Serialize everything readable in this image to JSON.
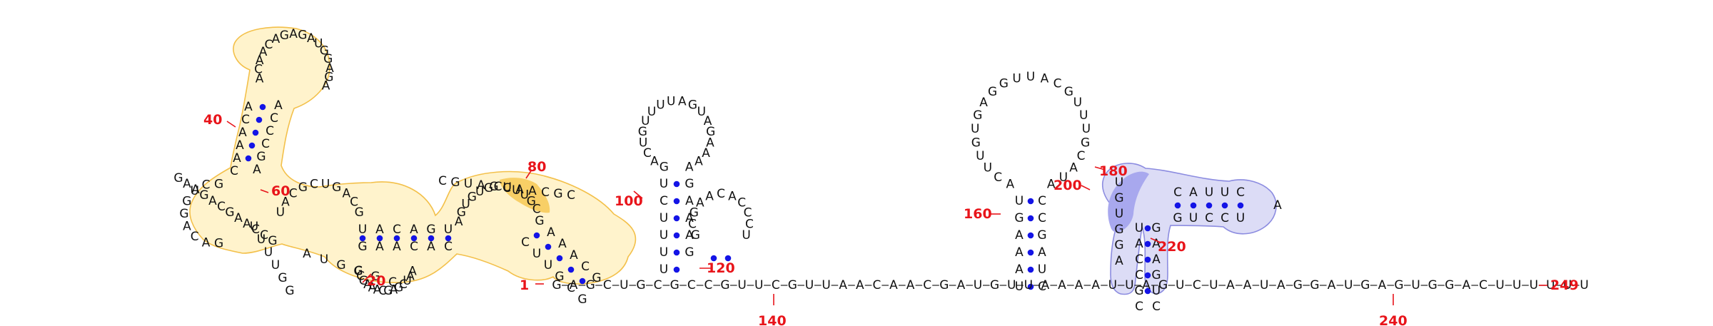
{
  "diagram": {
    "sequence": "GAGCUGCGCCGUUCGUUAACAACGAUGUUAAAAUUAGUCUAAUAGGAUGAGUGGACUUUUUU",
    "labels": {
      "n1": "1",
      "n20": "20",
      "n40": "40",
      "n60": "60",
      "n80": "80",
      "n100": "100",
      "n120": "120",
      "n140": "140",
      "n160": "160",
      "n180": "180",
      "n200": "200",
      "n220": "220",
      "n240": "240",
      "n249": "249"
    },
    "colors": {
      "yellow_fill": "#fff3cc",
      "yellow_stroke": "#f3c04a",
      "yellow_dark": "#f8cf66",
      "blue_fill": "#dcdcf6",
      "blue_stroke": "#8c8ce0",
      "blue_dark": "#a8a8ee",
      "nucleotide": "#111111",
      "number": "#e8141a",
      "basepair": "#1414e6"
    },
    "backbone": [
      {
        "id": "bb-1",
        "t": "G"
      },
      {
        "id": "bb-2",
        "t": "A"
      },
      {
        "id": "bb-3",
        "t": "G"
      },
      {
        "id": "bb-4",
        "t": "C"
      },
      {
        "id": "bb-5",
        "t": "U"
      },
      {
        "id": "bb-6",
        "t": "G"
      },
      {
        "id": "bb-7",
        "t": "C"
      },
      {
        "id": "bb-8",
        "t": "G"
      },
      {
        "id": "bb-9",
        "t": "C"
      },
      {
        "id": "bb-10",
        "t": "C"
      },
      {
        "id": "bb-11",
        "t": "G"
      },
      {
        "id": "bb-12",
        "t": "U"
      },
      {
        "id": "bb-13",
        "t": "U"
      },
      {
        "id": "bb-14",
        "t": "C"
      },
      {
        "id": "bb-15",
        "t": "G"
      },
      {
        "id": "bb-16",
        "t": "U"
      },
      {
        "id": "bb-17",
        "t": "U"
      },
      {
        "id": "bb-18",
        "t": "A"
      },
      {
        "id": "bb-19",
        "t": "A"
      },
      {
        "id": "bb-20",
        "t": "C"
      },
      {
        "id": "bb-21",
        "t": "A"
      },
      {
        "id": "bb-22",
        "t": "A"
      },
      {
        "id": "bb-23",
        "t": "C"
      },
      {
        "id": "bb-24",
        "t": "G"
      },
      {
        "id": "bb-25",
        "t": "A"
      },
      {
        "id": "bb-26",
        "t": "U"
      },
      {
        "id": "bb-27",
        "t": "G"
      },
      {
        "id": "bb-28",
        "t": "U"
      },
      {
        "id": "bb-29",
        "t": "U"
      },
      {
        "id": "bb-30",
        "t": "A"
      },
      {
        "id": "bb-31",
        "t": "A"
      },
      {
        "id": "bb-32",
        "t": "A"
      },
      {
        "id": "bb-33",
        "t": "A"
      },
      {
        "id": "bb-34",
        "t": "U"
      },
      {
        "id": "bb-35",
        "t": "U"
      },
      {
        "id": "bb-36",
        "t": "A"
      },
      {
        "id": "bb-37",
        "t": "G"
      },
      {
        "id": "bb-38",
        "t": "U"
      },
      {
        "id": "bb-39",
        "t": "C"
      },
      {
        "id": "bb-40",
        "t": "U"
      },
      {
        "id": "bb-41",
        "t": "A"
      },
      {
        "id": "bb-42",
        "t": "A"
      },
      {
        "id": "bb-43",
        "t": "U"
      },
      {
        "id": "bb-44",
        "t": "A"
      },
      {
        "id": "bb-45",
        "t": "G"
      },
      {
        "id": "bb-46",
        "t": "G"
      },
      {
        "id": "bb-47",
        "t": "A"
      },
      {
        "id": "bb-48",
        "t": "U"
      },
      {
        "id": "bb-49",
        "t": "G"
      },
      {
        "id": "bb-50",
        "t": "A"
      },
      {
        "id": "bb-51",
        "t": "G"
      },
      {
        "id": "bb-52",
        "t": "U"
      },
      {
        "id": "bb-53",
        "t": "G"
      },
      {
        "id": "bb-54",
        "t": "G"
      },
      {
        "id": "bb-55",
        "t": "A"
      },
      {
        "id": "bb-56",
        "t": "C"
      },
      {
        "id": "bb-57",
        "t": "U"
      },
      {
        "id": "bb-58",
        "t": "U"
      },
      {
        "id": "bb-59",
        "t": "U"
      },
      {
        "id": "bb-60",
        "t": "U"
      },
      {
        "id": "bb-61",
        "t": "U"
      },
      {
        "id": "bb-62",
        "t": "U"
      }
    ],
    "nucleotides": [
      {
        "id": "s1-l1",
        "t": "A"
      },
      {
        "id": "s1-l2",
        "t": "C"
      },
      {
        "id": "s1-l3",
        "t": "A"
      },
      {
        "id": "s1-l4",
        "t": "A"
      },
      {
        "id": "s1-l5",
        "t": "C"
      },
      {
        "id": "s1-l6",
        "t": "A"
      },
      {
        "id": "s1-l7",
        "t": "G"
      },
      {
        "id": "s1-l8",
        "t": "A"
      },
      {
        "id": "s1-l9",
        "t": "G"
      },
      {
        "id": "s1-l10",
        "t": "A"
      },
      {
        "id": "s1-l11",
        "t": "U"
      },
      {
        "id": "s1-l12",
        "t": "G"
      },
      {
        "id": "s1-l13",
        "t": "G"
      },
      {
        "id": "s1-l14",
        "t": "A"
      },
      {
        "id": "s1-l15",
        "t": "G"
      },
      {
        "id": "s1-l16",
        "t": "A"
      },
      {
        "id": "s1-l17",
        "t": "A"
      },
      {
        "id": "s1-l18",
        "t": "C"
      },
      {
        "id": "s1-l19",
        "t": "A"
      },
      {
        "id": "s1-l20",
        "t": "A"
      },
      {
        "id": "s1-l21",
        "t": "A"
      },
      {
        "id": "s1-l22",
        "t": "C"
      },
      {
        "id": "s1-l23",
        "t": "A"
      },
      {
        "id": "s1-l24",
        "t": "C"
      },
      {
        "id": "s1-l25",
        "t": "C"
      },
      {
        "id": "s1-l26",
        "t": "C"
      },
      {
        "id": "s1-l27",
        "t": "G"
      },
      {
        "id": "s1-l28",
        "t": "A"
      },
      {
        "id": "s1-l29",
        "t": "G"
      },
      {
        "id": "s1-l30",
        "t": "A"
      },
      {
        "id": "s1-l31",
        "t": "C"
      },
      {
        "id": "s1-l32",
        "t": "A"
      },
      {
        "id": "s1-l33",
        "t": "G"
      },
      {
        "id": "s1-l34",
        "t": "G"
      },
      {
        "id": "s1-l35",
        "t": "U"
      },
      {
        "id": "s1-l36",
        "t": "C"
      },
      {
        "id": "s1-l37",
        "t": "G"
      },
      {
        "id": "s1-l38",
        "t": "U"
      },
      {
        "id": "s1-l39",
        "t": "U"
      },
      {
        "id": "s1-l40",
        "t": "U"
      },
      {
        "id": "s1-l41",
        "t": "U"
      },
      {
        "id": "s1-l42",
        "t": "G"
      },
      {
        "id": "s1-l43",
        "t": "G"
      },
      {
        "id": "s1-l44",
        "t": "U"
      },
      {
        "id": "s1-l45",
        "t": "A"
      },
      {
        "id": "s1-l46",
        "t": "C"
      },
      {
        "id": "s1-l47",
        "t": "G"
      },
      {
        "id": "s1-l48",
        "t": "C"
      },
      {
        "id": "s1-l49",
        "t": "U"
      },
      {
        "id": "s1-l50",
        "t": "G"
      },
      {
        "id": "s1-l51",
        "t": "A"
      },
      {
        "id": "s1-l52",
        "t": "C"
      },
      {
        "id": "s1-l53",
        "t": "G"
      },
      {
        "id": "s1-l54",
        "t": "U"
      },
      {
        "id": "s1-l55",
        "t": "A"
      },
      {
        "id": "s1-l56",
        "t": "C"
      },
      {
        "id": "s1-l57",
        "t": "A"
      },
      {
        "id": "s1-l58",
        "t": "G"
      },
      {
        "id": "s1-l59",
        "t": "U"
      },
      {
        "id": "s1-l60",
        "t": "G"
      },
      {
        "id": "s1-l61",
        "t": "A"
      },
      {
        "id": "s1-l62",
        "t": "A"
      },
      {
        "id": "s1-l63",
        "t": "C"
      },
      {
        "id": "s1-l64",
        "t": "A"
      },
      {
        "id": "s1-l65",
        "t": "C"
      },
      {
        "id": "s1-l66",
        "t": "A"
      },
      {
        "id": "s1-l67",
        "t": "G"
      },
      {
        "id": "s1-l68",
        "t": "U"
      },
      {
        "id": "s1-l69",
        "t": "G"
      },
      {
        "id": "s1-l70",
        "t": "U"
      },
      {
        "id": "s1-l71",
        "t": "G"
      },
      {
        "id": "s1-l72",
        "t": "C"
      },
      {
        "id": "s1-l73",
        "t": "U"
      },
      {
        "id": "s1-l74",
        "t": "U"
      },
      {
        "id": "s1-l75",
        "t": "U"
      },
      {
        "id": "s1-l76",
        "t": "G"
      },
      {
        "id": "s1-l77",
        "t": "C"
      },
      {
        "id": "s1-l78",
        "t": "G"
      },
      {
        "id": "s1-l79",
        "t": "A"
      },
      {
        "id": "s1-l80",
        "t": "A"
      },
      {
        "id": "s1-l81",
        "t": "A"
      },
      {
        "id": "s1-l82",
        "t": "C"
      },
      {
        "id": "s1-l83",
        "t": "G"
      },
      {
        "id": "s1-l84",
        "t": "C"
      },
      {
        "id": "s1-l85",
        "t": "U"
      },
      {
        "id": "s1-l86",
        "t": "U"
      },
      {
        "id": "s1-l87",
        "t": "G"
      },
      {
        "id": "s1-l88",
        "t": "C"
      },
      {
        "id": "s1-l89",
        "t": "G"
      },
      {
        "id": "s1-l90",
        "t": "A"
      },
      {
        "id": "s1-l91",
        "t": "A"
      },
      {
        "id": "s1-l92",
        "t": "U"
      },
      {
        "id": "s1-l93",
        "t": "C"
      },
      {
        "id": "s1-l94",
        "t": "G"
      },
      {
        "id": "s1-l95",
        "t": "A"
      },
      {
        "id": "s1-l96",
        "t": "G"
      },
      {
        "id": "s1-l97",
        "t": "C"
      },
      {
        "id": "s1-l98",
        "t": "A"
      },
      {
        "id": "s1-l99",
        "t": "A"
      },
      {
        "id": "s1-l100",
        "t": "A"
      },
      {
        "id": "s1-l101",
        "t": "G"
      },
      {
        "id": "s1-l102",
        "t": "C"
      },
      {
        "id": "s1-l103",
        "t": "G"
      },
      {
        "id": "s1-l104",
        "t": "A"
      },
      {
        "id": "s1-l105",
        "t": "U"
      },
      {
        "id": "s1-l106",
        "t": "G"
      },
      {
        "id": "s1-l107",
        "t": "C"
      },
      {
        "id": "s1-l108",
        "t": "G"
      },
      {
        "id": "s1-l109",
        "t": "C"
      },
      {
        "id": "s1-l110",
        "t": "G"
      },
      {
        "id": "s1-l111",
        "t": "A"
      },
      {
        "id": "s1-l112",
        "t": "A"
      },
      {
        "id": "s1-l113",
        "t": "G"
      },
      {
        "id": "s1-l114",
        "t": "A"
      },
      {
        "id": "s1-l115",
        "t": "C"
      },
      {
        "id": "s1-l116",
        "t": "G"
      },
      {
        "id": "s1-l117",
        "t": "A"
      },
      {
        "id": "s1-l118",
        "t": "A"
      },
      {
        "id": "s1-l119",
        "t": "C"
      },
      {
        "id": "s1-l120",
        "t": "C"
      },
      {
        "id": "s1-l121",
        "t": "G"
      },
      {
        "id": "s1-l122",
        "t": "C"
      },
      {
        "id": "s1-l123",
        "t": "G"
      },
      {
        "id": "s1-l124",
        "t": "U"
      },
      {
        "id": "s1-l125",
        "t": "A"
      },
      {
        "id": "s1-l126",
        "t": "G"
      },
      {
        "id": "s1-l127",
        "t": "C"
      },
      {
        "id": "s1-l128",
        "t": "A"
      },
      {
        "id": "s1-l129",
        "t": "A"
      },
      {
        "id": "s1-l130",
        "t": "C"
      },
      {
        "id": "s1-l131",
        "t": "G"
      },
      {
        "id": "s1-l132",
        "t": "C"
      },
      {
        "id": "s2-l1",
        "t": "U"
      },
      {
        "id": "s2-l2",
        "t": "C"
      },
      {
        "id": "s2-l3",
        "t": "U"
      },
      {
        "id": "s2-l4",
        "t": "U"
      },
      {
        "id": "s2-l5",
        "t": "U"
      },
      {
        "id": "s2-l6",
        "t": "U"
      },
      {
        "id": "s2-l7",
        "t": "G"
      },
      {
        "id": "s2-l8",
        "t": "A"
      },
      {
        "id": "s2-l9",
        "t": "C"
      },
      {
        "id": "s2-l10",
        "t": "U"
      },
      {
        "id": "s2-l11",
        "t": "G"
      },
      {
        "id": "s2-l12",
        "t": "U"
      },
      {
        "id": "s2-l13",
        "t": "U"
      },
      {
        "id": "s2-l14",
        "t": "U"
      },
      {
        "id": "s2-l15",
        "t": "U"
      },
      {
        "id": "s2-l16",
        "t": "A"
      },
      {
        "id": "s2-l17",
        "t": "G"
      },
      {
        "id": "s2-l18",
        "t": "U"
      },
      {
        "id": "s2-l19",
        "t": "A"
      },
      {
        "id": "s2-l20",
        "t": "G"
      },
      {
        "id": "s2-l21",
        "t": "A"
      },
      {
        "id": "s2-l22",
        "t": "A"
      },
      {
        "id": "s2-l23",
        "t": "A"
      },
      {
        "id": "s2-l24",
        "t": "A"
      },
      {
        "id": "s2-r1",
        "t": "G"
      },
      {
        "id": "s2-r2",
        "t": "A"
      },
      {
        "id": "s2-r3",
        "t": "A"
      },
      {
        "id": "s2-r4",
        "t": "A"
      },
      {
        "id": "s2-r5",
        "t": "G"
      },
      {
        "id": "s3-l1",
        "t": "G"
      },
      {
        "id": "s3-l2",
        "t": "C"
      },
      {
        "id": "s3-l3",
        "t": "G"
      },
      {
        "id": "s3-l4",
        "t": "A"
      },
      {
        "id": "s3-l5",
        "t": "A"
      },
      {
        "id": "s3-l6",
        "t": "C"
      },
      {
        "id": "s3-l7",
        "t": "A"
      },
      {
        "id": "s3-l8",
        "t": "C"
      },
      {
        "id": "s3-l9",
        "t": "C"
      },
      {
        "id": "s3-l10",
        "t": "C"
      },
      {
        "id": "s3-l11",
        "t": "U"
      },
      {
        "id": "s4-l1",
        "t": "U"
      },
      {
        "id": "s4-l2",
        "t": "G"
      },
      {
        "id": "s4-l3",
        "t": "A"
      },
      {
        "id": "s4-l4",
        "t": "A"
      },
      {
        "id": "s4-l5",
        "t": "A"
      },
      {
        "id": "s4-l6",
        "t": "U"
      },
      {
        "id": "s4-l7",
        "t": "C"
      },
      {
        "id": "s4-l8",
        "t": "C"
      },
      {
        "id": "s4-l9",
        "t": "G"
      },
      {
        "id": "s4-l10",
        "t": "A"
      },
      {
        "id": "s4-l11",
        "t": "U"
      },
      {
        "id": "s4-l12",
        "t": "C"
      },
      {
        "id": "s4-l13",
        "t": "A"
      },
      {
        "id": "s4-l14",
        "t": "C"
      },
      {
        "id": "s4-l15",
        "t": "U"
      },
      {
        "id": "s4-l16",
        "t": "U"
      },
      {
        "id": "s4-l17",
        "t": "G"
      },
      {
        "id": "s4-l18",
        "t": "U"
      },
      {
        "id": "s4-l19",
        "t": "G"
      },
      {
        "id": "s4-l20",
        "t": "A"
      },
      {
        "id": "s4-l21",
        "t": "G"
      },
      {
        "id": "s4-l22",
        "t": "G"
      },
      {
        "id": "s4-l23",
        "t": "U"
      },
      {
        "id": "s4-l24",
        "t": "U"
      },
      {
        "id": "s4-l25",
        "t": "A"
      },
      {
        "id": "s4-l26",
        "t": "C"
      },
      {
        "id": "s4-l27",
        "t": "G"
      },
      {
        "id": "s4-l28",
        "t": "U"
      },
      {
        "id": "s4-l29",
        "t": "U"
      },
      {
        "id": "s4-l30",
        "t": "U"
      },
      {
        "id": "s4-l31",
        "t": "G"
      },
      {
        "id": "s4-l32",
        "t": "C"
      },
      {
        "id": "s4-l33",
        "t": "A"
      },
      {
        "id": "s4-l34",
        "t": "U"
      },
      {
        "id": "s4-l35",
        "t": "A"
      },
      {
        "id": "s5-l1",
        "t": "U"
      },
      {
        "id": "s5-l2",
        "t": "G"
      },
      {
        "id": "s5-l3",
        "t": "U"
      },
      {
        "id": "s5-l4",
        "t": "G"
      },
      {
        "id": "s5-l5",
        "t": "G"
      },
      {
        "id": "s5-l6",
        "t": "A"
      },
      {
        "id": "s5-l7",
        "t": "U"
      },
      {
        "id": "s5-l8",
        "t": "A"
      },
      {
        "id": "s5-l9",
        "t": "C"
      },
      {
        "id": "s5-l10",
        "t": "C"
      },
      {
        "id": "s5-l11",
        "t": "G"
      },
      {
        "id": "s5-l12",
        "t": "C"
      },
      {
        "id": "s5-l13",
        "t": "G"
      },
      {
        "id": "s5-l14",
        "t": "A"
      },
      {
        "id": "s5-l15",
        "t": "A"
      },
      {
        "id": "s5-l16",
        "t": "G"
      },
      {
        "id": "s5-l17",
        "t": "U"
      },
      {
        "id": "s5-l18",
        "t": "C"
      },
      {
        "id": "s5-l19",
        "t": "C"
      },
      {
        "id": "s5-l20",
        "t": "A"
      },
      {
        "id": "s5-l21",
        "t": "U"
      },
      {
        "id": "s5-l22",
        "t": "U"
      },
      {
        "id": "s5-l23",
        "t": "C"
      },
      {
        "id": "s5-l24",
        "t": "G"
      },
      {
        "id": "s5-l25",
        "t": "U"
      },
      {
        "id": "s5-l26",
        "t": "C"
      },
      {
        "id": "s5-l27",
        "t": "C"
      },
      {
        "id": "s5-l28",
        "t": "U"
      },
      {
        "id": "s5-l29",
        "t": "A"
      }
    ]
  }
}
